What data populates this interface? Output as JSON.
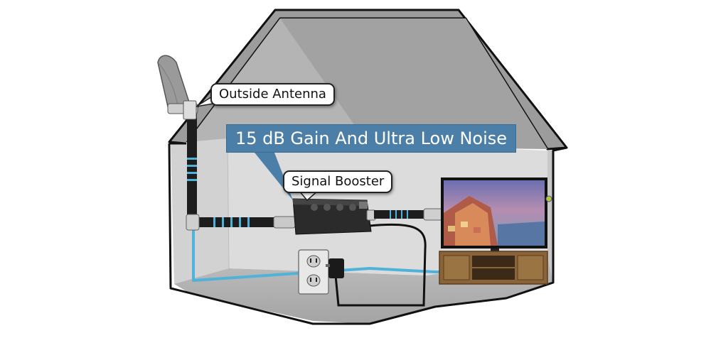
{
  "labels": {
    "antenna": "Outside Antenna",
    "booster": "Signal Booster",
    "gain_banner": "15 dB Gain And Ultra Low Noise"
  },
  "colors": {
    "house_outline": "#111111",
    "roof": "#a9a9a9",
    "wall": "#cfcfcf",
    "floor": "#b8b8b8",
    "coax_cable": "#4fb3d9",
    "banner": "#4c7fa8",
    "booster_body": "#2b2b2b",
    "tv_cabinet": "#8a6338"
  },
  "icons": [
    "antenna-icon",
    "signal-booster-icon",
    "tv-icon",
    "wall-outlet-icon",
    "power-adapter-icon",
    "coax-cable-icon"
  ]
}
